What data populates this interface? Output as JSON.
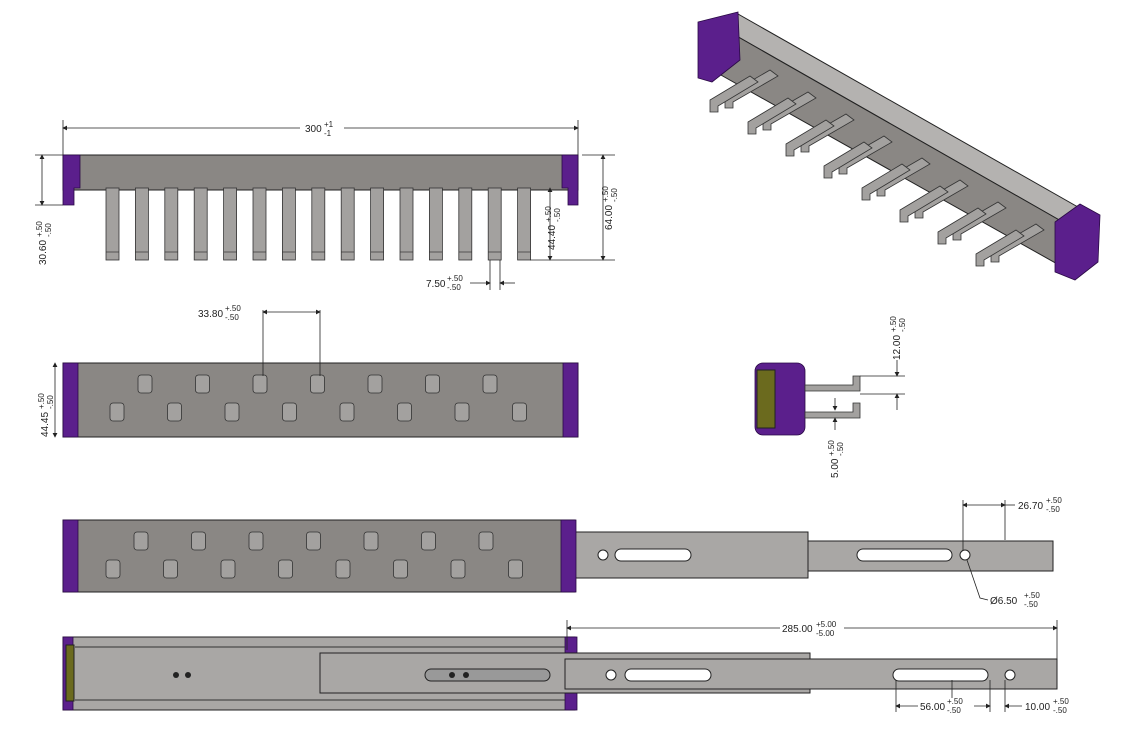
{
  "colors": {
    "body": "#8a8784",
    "end_cap": "#5b1f8c",
    "rail": "#a9a7a5",
    "insert": "#6b6a1e"
  },
  "views": {
    "front": {
      "peg_count": 15,
      "dims": {
        "overall_length": {
          "value": "300",
          "plus": "+1",
          "minus": "-1"
        },
        "cap_height": {
          "value": "30.60",
          "plus": "+.50",
          "minus": "-.50"
        },
        "peg_length": {
          "value": "44.40",
          "plus": "+.50",
          "minus": "-.50"
        },
        "overall_height": {
          "value": "64.00",
          "plus": "+.50",
          "minus": "-.50"
        },
        "peg_width": {
          "value": "7.50",
          "plus": "+.50",
          "minus": "-.50"
        }
      }
    },
    "top": {
      "hooks_top_row": 7,
      "hooks_bottom_row": 8,
      "dims": {
        "hook_spacing": {
          "value": "33.80",
          "plus": "+.50",
          "minus": "-.50"
        },
        "width": {
          "value": "44.45",
          "plus": "+.50",
          "minus": "-.50"
        }
      }
    },
    "side": {
      "dims": {
        "hook_gap": {
          "value": "12.00",
          "plus": "+.50",
          "minus": "-.50"
        },
        "hook_thickness": {
          "value": "5.00",
          "plus": "+.50",
          "minus": "-.50"
        }
      }
    },
    "extended_top": {
      "dims": {
        "hole_offset": {
          "value": "26.70",
          "plus": "+.50",
          "minus": "-.50"
        },
        "hole_diameter": {
          "value": "Ø6.50",
          "plus": "+.50",
          "minus": "-.50"
        }
      }
    },
    "extended_bottom": {
      "dims": {
        "extension": {
          "value": "285.00",
          "plus": "+5.00",
          "minus": "-5.00"
        },
        "slot_length": {
          "value": "56.00",
          "plus": "+.50",
          "minus": "-.50"
        },
        "hole_spacing": {
          "value": "10.00",
          "plus": "+.50",
          "minus": "-.50"
        }
      }
    }
  }
}
